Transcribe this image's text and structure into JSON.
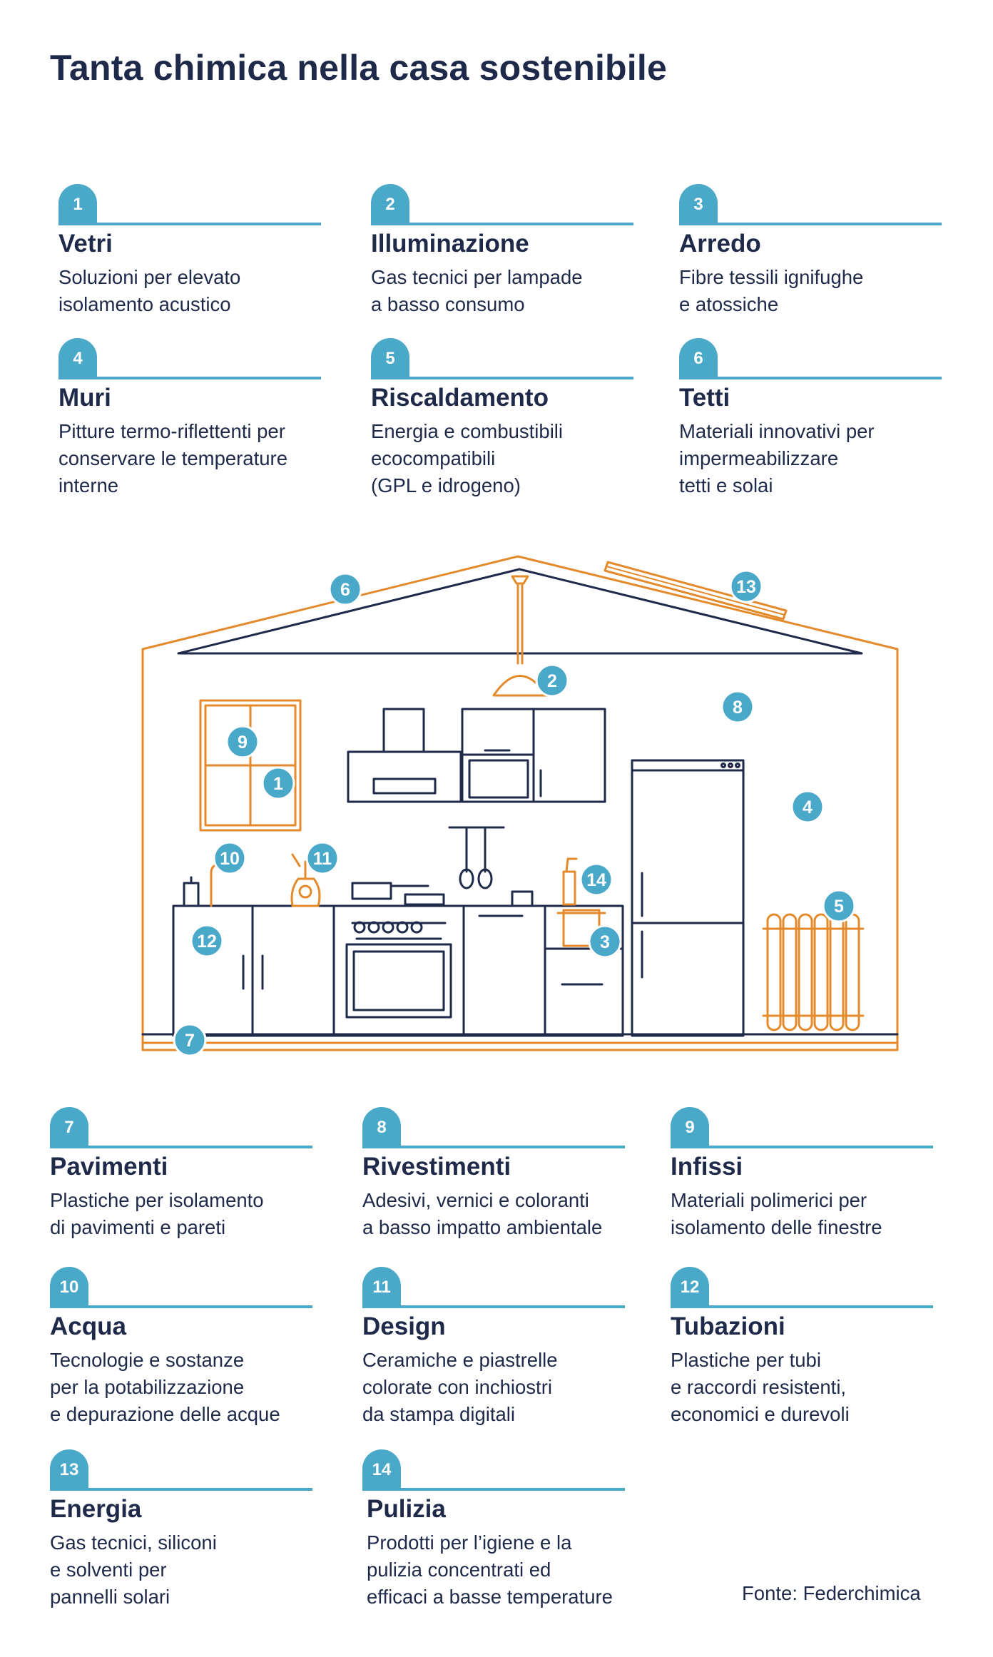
{
  "title": "Tanta chimica nella casa sostenibile",
  "colors": {
    "accent": "#4aa8c8",
    "navy": "#1f2a4a",
    "orange": "#e48a2b"
  },
  "items": [
    {
      "number": "1",
      "title": "Vetri",
      "description": "Soluzioni per elevato\nisolamento acustico"
    },
    {
      "number": "2",
      "title": "Illuminazione",
      "description": "Gas tecnici per lampade\na basso consumo"
    },
    {
      "number": "3",
      "title": "Arredo",
      "description": "Fibre tessili ignifughe\ne atossiche"
    },
    {
      "number": "4",
      "title": "Muri",
      "description": "Pitture termo-riflettenti per\nconservare le temperature\ninterne"
    },
    {
      "number": "5",
      "title": "Riscaldamento",
      "description": "Energia e combustibili\necocompatibili\n(GPL e idrogeno)"
    },
    {
      "number": "6",
      "title": "Tetti",
      "description": "Materiali innovativi per\nimpermeabilizzare\ntetti e solai"
    },
    {
      "number": "7",
      "title": "Pavimenti",
      "description": "Plastiche per isolamento\ndi pavimenti e pareti"
    },
    {
      "number": "8",
      "title": "Rivestimenti",
      "description": "Adesivi, vernici e coloranti\na basso impatto ambientale"
    },
    {
      "number": "9",
      "title": "Infissi",
      "description": "Materiali polimerici per\nisolamento delle finestre"
    },
    {
      "number": "10",
      "title": "Acqua",
      "description": "Tecnologie e sostanze\nper la potabilizzazione\ne depurazione delle acque"
    },
    {
      "number": "11",
      "title": "Design",
      "description": "Ceramiche e piastrelle\ncolorate con inchiostri\nda stampa digitali"
    },
    {
      "number": "12",
      "title": "Tubazioni",
      "description": "Plastiche per tubi\ne raccordi resistenti,\neconomici e durevoli"
    },
    {
      "number": "13",
      "title": "Energia",
      "description": "Gas tecnici, siliconi\ne solventi per\npannelli solari"
    },
    {
      "number": "14",
      "title": "Pulizia",
      "description": "Prodotti per l’igiene e la\npulizia concentrati ed\nefficaci a basse temperature"
    }
  ],
  "markers": [
    "1",
    "2",
    "3",
    "4",
    "5",
    "6",
    "7",
    "8",
    "9",
    "10",
    "11",
    "12",
    "13",
    "14"
  ],
  "source": "Fonte: Federchimica"
}
